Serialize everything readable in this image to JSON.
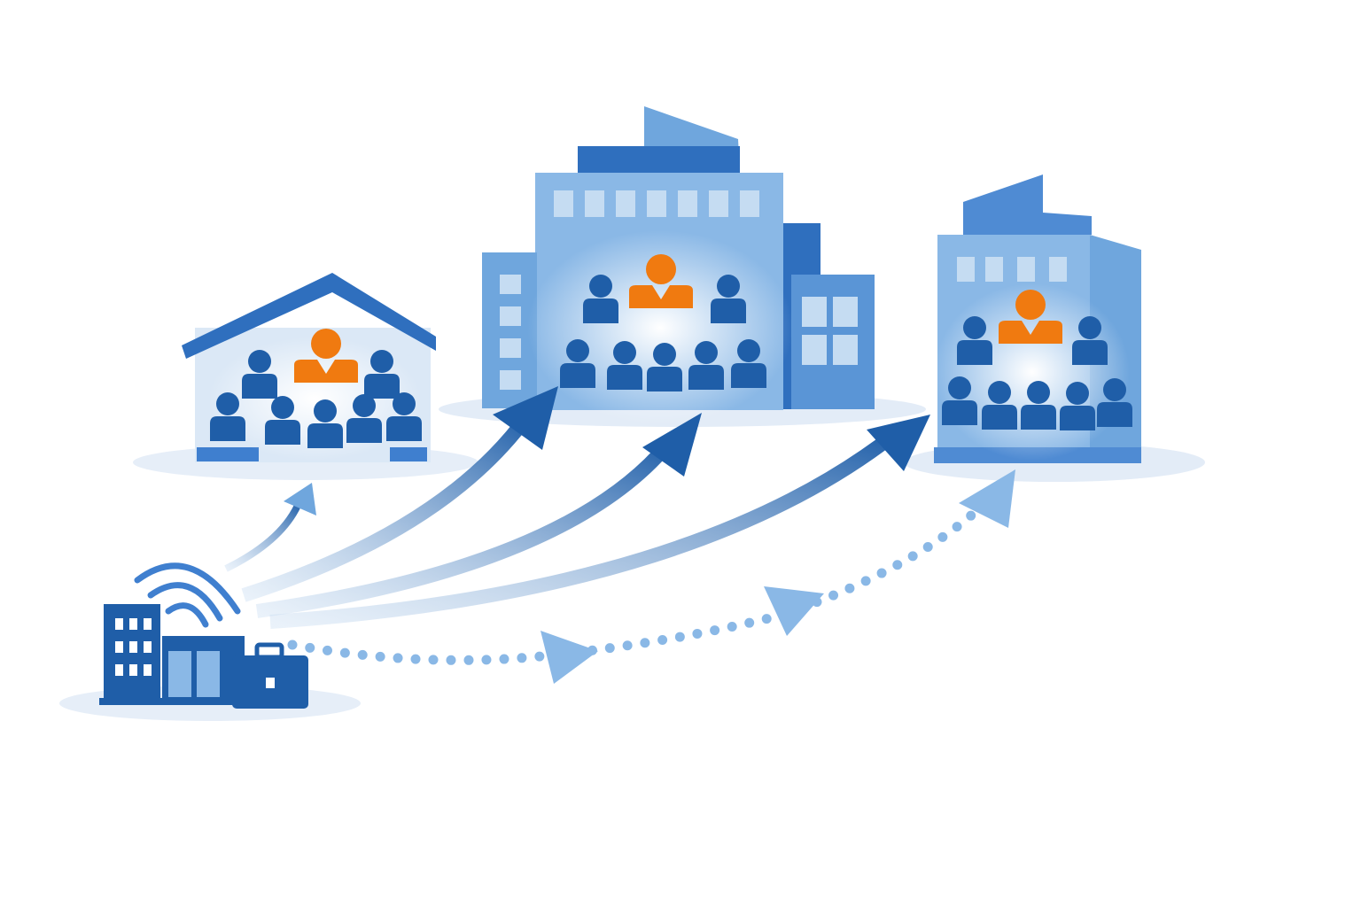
{
  "colors": {
    "background": "#ffffff",
    "dark_blue": "#1f5ea8",
    "mid_blue": "#3f7fcf",
    "light_blue": "#8ab8e6",
    "pale_blue": "#dbe8f6",
    "leader_orange": "#f07a10"
  },
  "scene": {
    "source": {
      "icons": [
        "office-building-icon",
        "wifi-signal-icon",
        "briefcase-icon"
      ]
    },
    "destinations": [
      {
        "icon": "house-icon",
        "leader": "leader-person-icon",
        "members": 8
      },
      {
        "icon": "office-tower-icon",
        "leader": "leader-person-icon",
        "members": 8
      },
      {
        "icon": "office-building-icon",
        "leader": "leader-person-icon",
        "members": 8
      }
    ],
    "arrows": [
      "solid-arrow",
      "solid-arrow",
      "solid-arrow",
      "solid-arrow",
      "dotted-arrow"
    ]
  }
}
